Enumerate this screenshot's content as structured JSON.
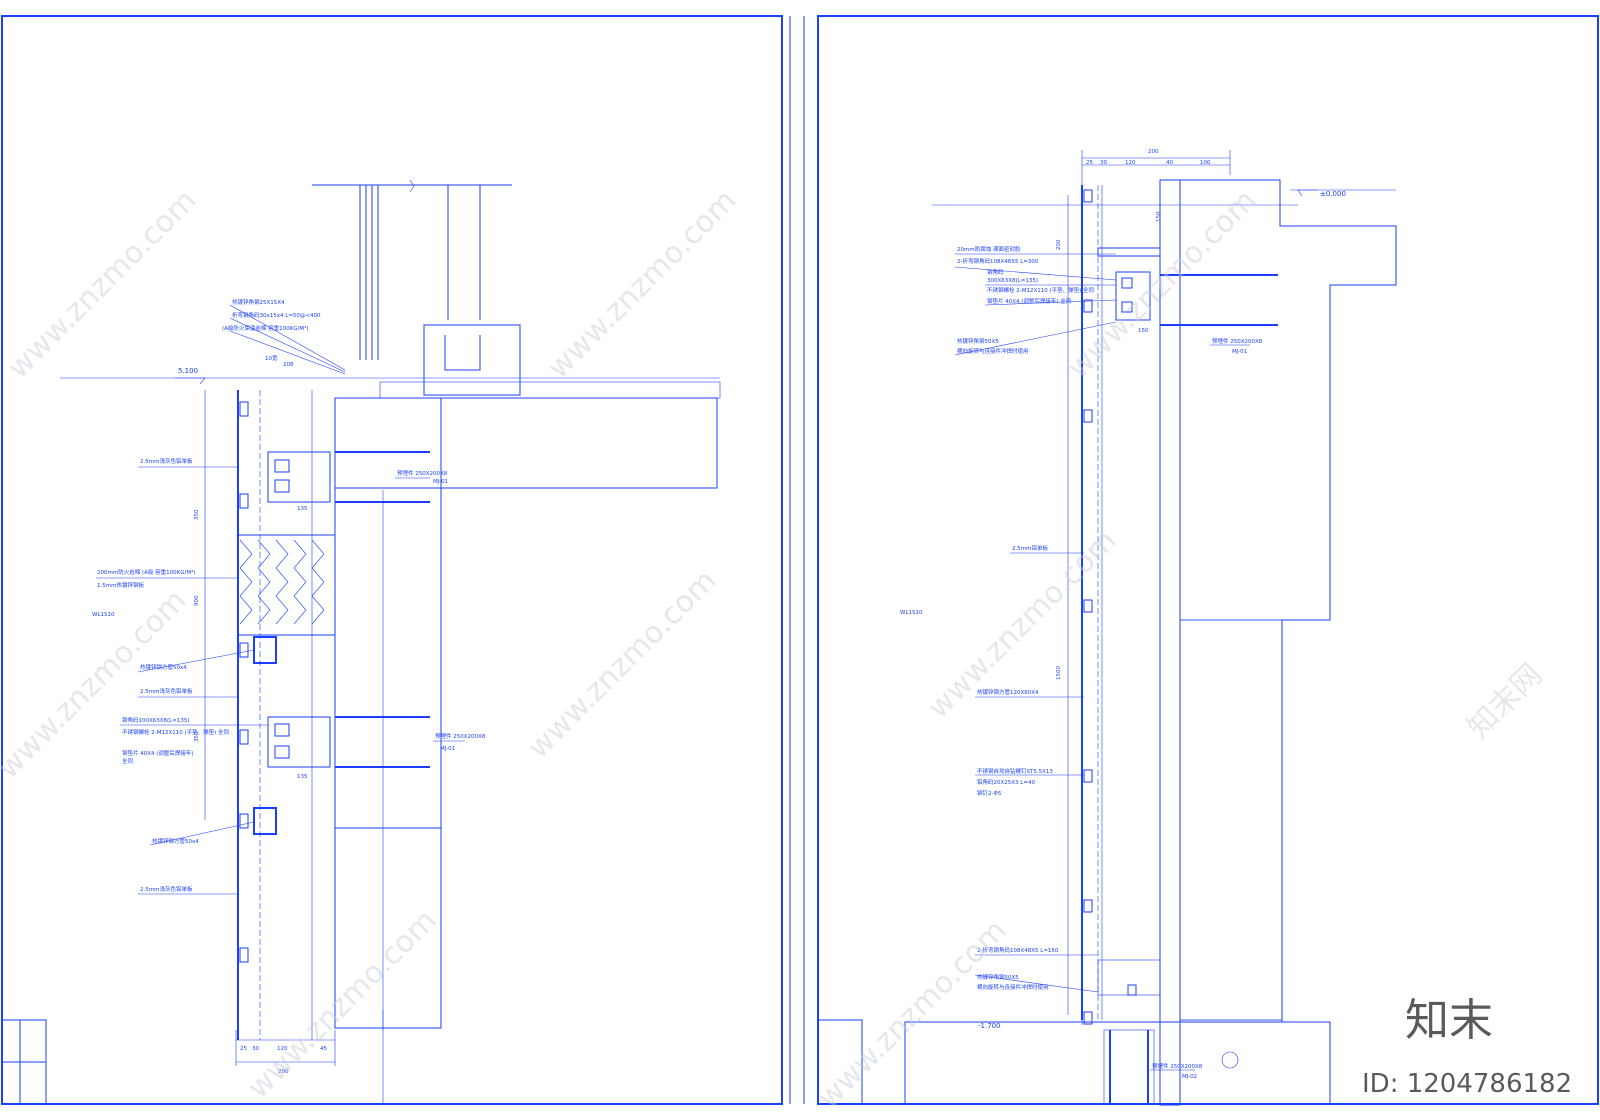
{
  "colors": {
    "line": "#1a3fff",
    "paper": "#ffffff",
    "watermark": "#c8cbd6",
    "brand": "#5a5a5a"
  },
  "watermark": {
    "site": "www.znzmo.com",
    "cn": "知末网"
  },
  "left_sheet": {
    "level_top": "5.100",
    "dims": {
      "d10": "10宽",
      "d208": "208",
      "d135a": "135",
      "d135b": "135",
      "bottom": [
        "25",
        "30",
        "120",
        "45"
      ],
      "bottom_total": "200",
      "v1": "350",
      "v2": "900",
      "v3": "350"
    },
    "labels": {
      "a1": "热镀锌角钢25X15X4",
      "a2": "折弯钢角码30x15x4 L=50@<400",
      "a3": "(A级防火保温岩棉 容重100KG/M³)",
      "panel1": "2.5mm浅灰色铝单板",
      "insul1": "200mm防火岩棉 (A级 容重100KG/M³)",
      "insul2": "1.5mm热镀锌钢板",
      "tube1": "热镀锌钢方管50x4",
      "panel2": "2.5mm浅灰色铝单板",
      "ang1": "钢角码100X63X8(L=135)",
      "ang2": "不锈钢螺栓 2-M12X110 (平垫、弹垫) 全同",
      "ang3": "钢垫片 40X4 (调整后焊接牢)",
      "ang4": "全同",
      "tube2": "热镀锌钢方管50x4",
      "panel3": "2.5mm浅灰色铝单板",
      "emb1a": "预埋件 250X200X8",
      "emb1b": "MJ-01",
      "emb2a": "预埋件 250X200X8",
      "emb2b": "MJ-01",
      "side": "WL1S10"
    }
  },
  "right_sheet": {
    "level_top": "±0.000",
    "level_bot": "-1.700",
    "dims": {
      "top_total": "200",
      "top": [
        "25",
        "30",
        "120",
        "40"
      ],
      "top_right": "100",
      "v150": "150",
      "v200": "200",
      "v1500": "1500",
      "v150b": "150"
    },
    "labels": {
      "b1": "20mm防腐蚀 满面密封胶",
      "b2": "2-折弯钢角码108X48X5 L=300",
      "b3": "钢角码",
      "b4": "300X63X8(L=135)",
      "b5": "不锈钢螺栓 2-M12X110 (平垫、弹垫) 全同",
      "b6": "钢垫片 40X4 (调整后焊接牢) 全同",
      "b7": "热镀锌角钢50X5",
      "b8": "横向旋转与连接件冲焊时使用",
      "emb1a": "预埋件 250X200X8",
      "emb1b": "MJ-01",
      "panel": "2.5mm铝单板",
      "tube": "热镀锌钢方管120X60X4",
      "c1": "不锈钢自攻自钻螺钉ST5.5X13",
      "c2": "铝角码20X25X3 L=40",
      "c3": "铆钉2-Φ5",
      "d1": "2-折弯钢角码108X48X5 L=150",
      "d2": "热镀锌角钢50X5",
      "d3": "横向旋转与连接件冲焊时使用",
      "emb2a": "预埋件 250X200X8",
      "emb2b": "MJ-02",
      "side": "WL1S10"
    }
  },
  "brand": {
    "name": "知末",
    "id": "ID: 1204786182"
  }
}
